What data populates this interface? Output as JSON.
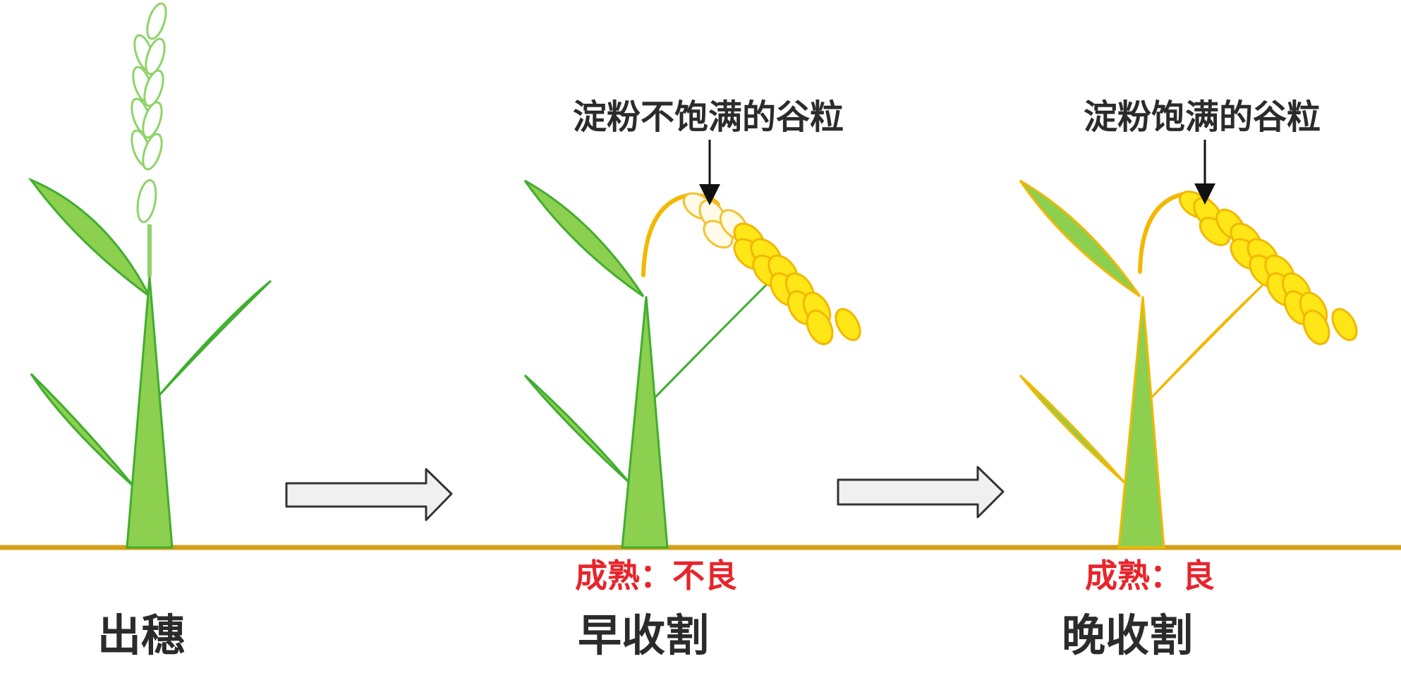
{
  "stages": [
    {
      "id": "heading",
      "label": "出穗"
    },
    {
      "id": "early",
      "label": "早收割",
      "callout": "淀粉不饱满的谷粒",
      "maturity": "成熟：不良"
    },
    {
      "id": "late",
      "label": "晚收割",
      "callout": "淀粉饱满的谷粒",
      "maturity": "成熟：良"
    }
  ],
  "colors": {
    "leaf_green": "#8dcf4e",
    "leaf_outline": "#3fae2f",
    "pale_grain_outline": "#8fd36a",
    "grain_yellow": "#ffe617",
    "grain_outline": "#f2b800",
    "stem_yellow": "#f2b800",
    "ground": "#d4a017",
    "maturity_text": "#e8242b",
    "label_text": "#2b2b2b",
    "arrow_fill": "#f0f0f0",
    "arrow_stroke": "#333333"
  },
  "icons": {
    "stage_arrow": "right-arrow-outline",
    "callout_arrow": "down-arrow-icon"
  }
}
